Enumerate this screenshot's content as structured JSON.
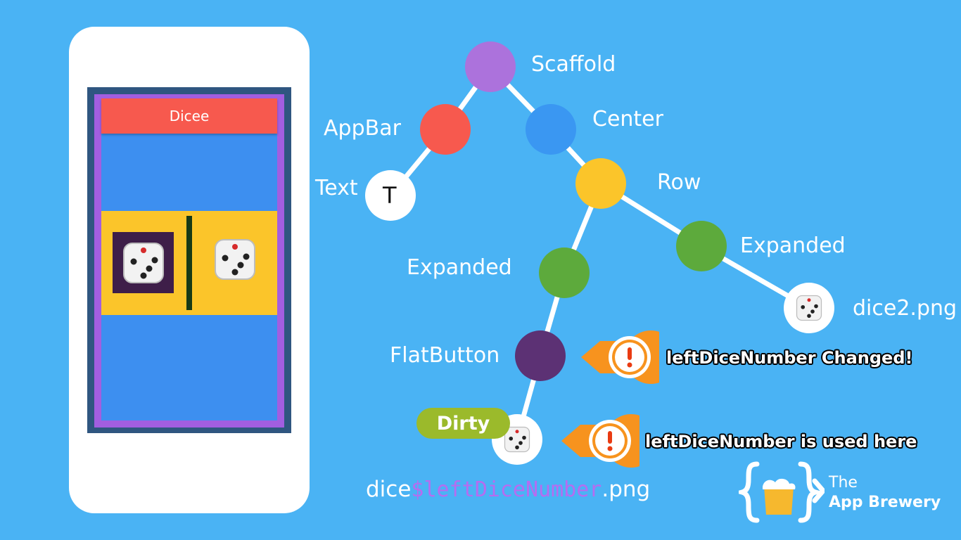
{
  "phone": {
    "app_title": "Dicee"
  },
  "tree": {
    "nodes": {
      "scaffold": "Scaffold",
      "appbar": "AppBar",
      "center": "Center",
      "text": "Text",
      "text_glyph": "T",
      "row": "Row",
      "expanded_left": "Expanded",
      "expanded_right": "Expanded",
      "dice2": "dice2.png",
      "flatbutton": "FlatButton"
    },
    "node_colors": {
      "scaffold": "#ac72dc",
      "appbar": "#f7594e",
      "center": "#3a97f2",
      "row": "#fbc52a",
      "expanded": "#5daa3c",
      "flatbutton": "#5c3174",
      "leaf": "#ffffff"
    }
  },
  "badges": {
    "dirty": "Dirty"
  },
  "callouts": {
    "changed": "leftDiceNumber Changed!",
    "used": "leftDiceNumber is used here"
  },
  "filename": {
    "prefix": "dice",
    "variable": "$leftDiceNumber",
    "suffix": ".png"
  },
  "brand": {
    "the": "The",
    "name": "App Brewery"
  },
  "icons": [
    "die-icon",
    "alert-icon",
    "app-brewery-logo"
  ],
  "colors": {
    "background": "#4ab3f4",
    "callout_orange": "#f7931e",
    "dirty_green": "#9bba2b",
    "variable_purple": "#b66cf0"
  }
}
